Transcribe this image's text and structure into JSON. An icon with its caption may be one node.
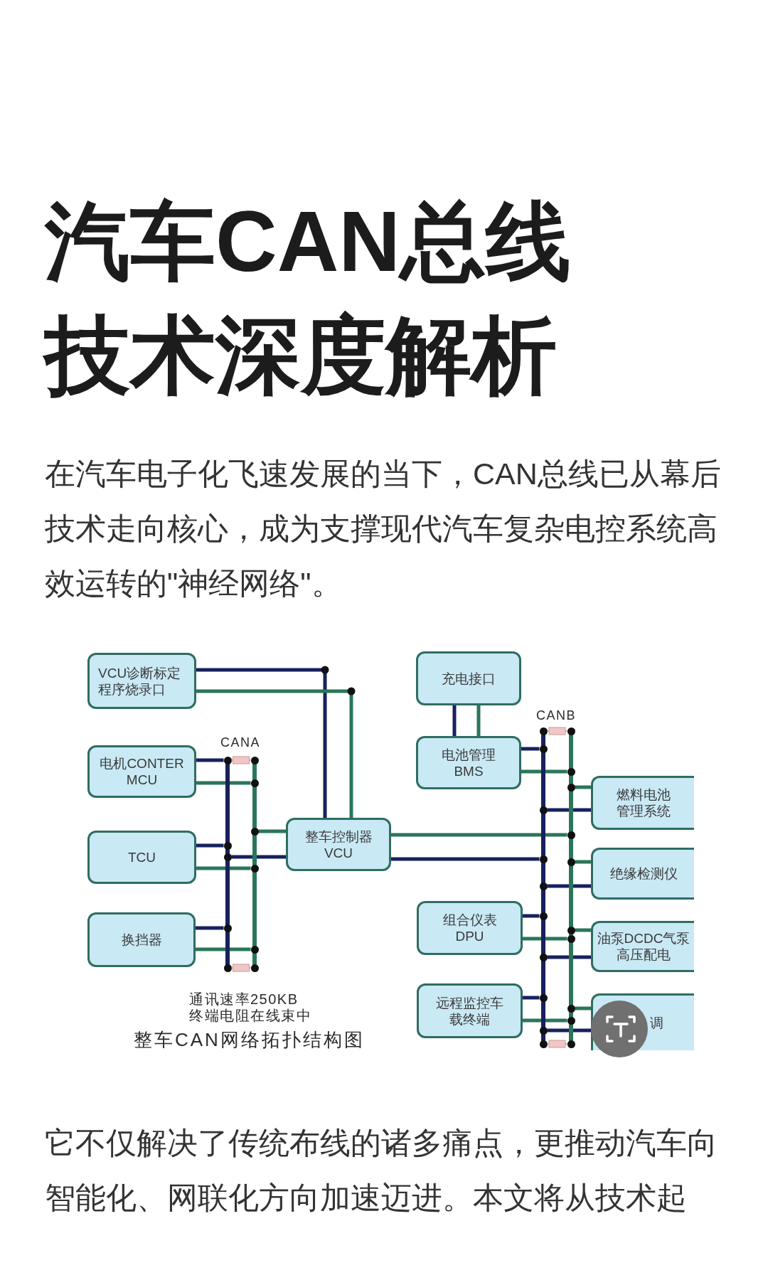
{
  "diagram": {
    "title": "汽车CAN总线技术深度解析",
    "caption": "整车CAN网络拓扑结构图",
    "nodes": [
      {
        "text": [
          "VCU诊断标定程序烧录口"
        ]
      },
      {
        "text": [
          "充电接口"
        ]
      },
      {
        "text": [
          "电机CONTER MCU"
        ]
      },
      {
        "text": [
          "电池管理 BMS"
        ]
      },
      {
        "text": [],
        "shape": "bar"
      },
      {
        "text": [],
        "shape": "bar"
      },
      {
        "text": [],
        "shape": "bar"
      },
      {
        "text": [],
        "shape": "bar"
      },
      {
        "text": [
          "燃料电池管理系统"
        ]
      },
      {
        "text": [
          "整车控制器 VCU"
        ]
      },
      {
        "text": [
          "TCU"
        ]
      },
      {
        "text": [
          "绝缘检测仪"
        ]
      },
      {
        "text": [
          "组合仪表 DPU"
        ]
      },
      {
        "text": [
          "油泵DCDC气泵高压配电"
        ]
      },
      {
        "text": [
          "换挡器"
        ]
      },
      {
        "text": [
          "远程监控车载终端"
        ]
      },
      {
        "text": [
          "调"
        ]
      }
    ],
    "edges": [
      {
        "from": 0,
        "to": 9,
        "arrow": "none",
        "color": "#17215e"
      },
      {
        "from": 0,
        "to": 9,
        "arrow": "none",
        "color": "#2a7658"
      },
      {
        "from": 1,
        "to": 3,
        "arrow": "none",
        "color": "#17215e"
      },
      {
        "from": 1,
        "to": 3,
        "arrow": "none",
        "color": "#2a7658"
      },
      {
        "from": 2,
        "to": 4,
        "arrow": "none",
        "color": "#17215e"
      },
      {
        "from": 2,
        "to": 5,
        "arrow": "none",
        "color": "#2a7658"
      },
      {
        "from": 10,
        "to": 4,
        "arrow": "none",
        "color": "#17215e"
      },
      {
        "from": 10,
        "to": 5,
        "arrow": "none",
        "color": "#2a7658"
      },
      {
        "from": 14,
        "to": 4,
        "arrow": "none",
        "color": "#17215e"
      },
      {
        "from": 14,
        "to": 5,
        "arrow": "none",
        "color": "#2a7658"
      },
      {
        "from": 9,
        "to": 4,
        "arrow": "none",
        "color": "#17215e"
      },
      {
        "from": 9,
        "to": 5,
        "arrow": "none",
        "color": "#2a7658"
      },
      {
        "from": 9,
        "to": 6,
        "arrow": "none",
        "color": "#17215e"
      },
      {
        "from": 9,
        "to": 7,
        "arrow": "none",
        "color": "#2a7658"
      },
      {
        "from": 3,
        "to": 6,
        "arrow": "none",
        "color": "#17215e"
      },
      {
        "from": 3,
        "to": 7,
        "arrow": "none",
        "color": "#2a7658"
      },
      {
        "from": 8,
        "to": 6,
        "arrow": "none",
        "color": "#17215e"
      },
      {
        "from": 8,
        "to": 7,
        "arrow": "none",
        "color": "#2a7658"
      },
      {
        "from": 11,
        "to": 6,
        "arrow": "none",
        "color": "#17215e"
      },
      {
        "from": 11,
        "to": 7,
        "arrow": "none",
        "color": "#2a7658"
      },
      {
        "from": 12,
        "to": 6,
        "arrow": "none",
        "color": "#17215e"
      },
      {
        "from": 12,
        "to": 7,
        "arrow": "none",
        "color": "#2a7658"
      },
      {
        "from": 13,
        "to": 6,
        "arrow": "none",
        "color": "#17215e"
      },
      {
        "from": 13,
        "to": 7,
        "arrow": "none",
        "color": "#2a7658"
      },
      {
        "from": 15,
        "to": 6,
        "arrow": "none",
        "color": "#17215e"
      },
      {
        "from": 15,
        "to": 7,
        "arrow": "none",
        "color": "#2a7658"
      },
      {
        "from": 16,
        "to": 6,
        "arrow": "none",
        "color": "#17215e"
      },
      {
        "from": 16,
        "to": 7,
        "arrow": "none",
        "color": "#2a7658"
      }
    ],
    "labels": [
      "在汽车电子化飞速发展的当下，CAN总线已从幕后技术走向核心，成为支撑现代汽车复杂电控系统高效运转的\"神经网络\"。",
      "CANB",
      "CANA",
      "通讯速率250KB",
      "终端电阻在线束中",
      "它不仅解决了传统布线的诸多痛点，更推动汽车向智能化、网联化方向加速迈进。本文将从技术起"
    ]
  }
}
